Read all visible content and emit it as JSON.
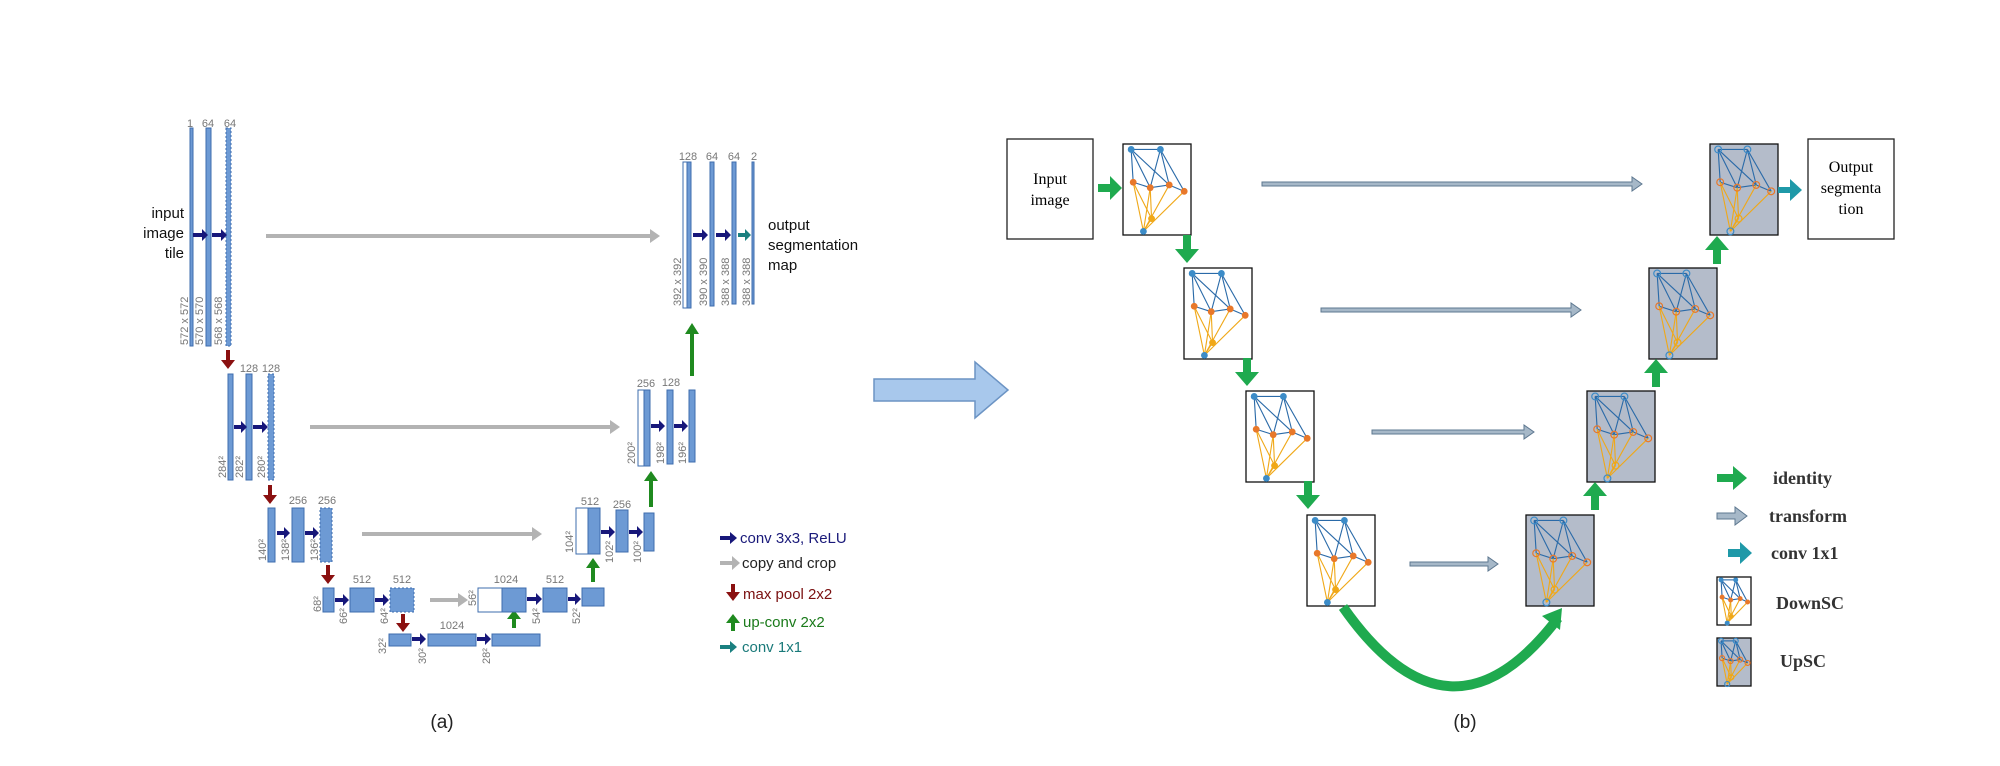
{
  "panel_a": {
    "caption": "(a)",
    "input_label": [
      "input",
      "image",
      "tile"
    ],
    "output_label": [
      "output",
      "segmentation",
      "map"
    ],
    "level1": {
      "channels": [
        "1",
        "64",
        "64"
      ],
      "sizes": [
        "572 x 572",
        "570 x 570",
        "568 x 568"
      ]
    },
    "level2": {
      "channels": [
        "128",
        "128"
      ],
      "sizes": [
        "284²",
        "282²",
        "280²"
      ]
    },
    "level3": {
      "channels": [
        "256",
        "256"
      ],
      "sizes": [
        "140²",
        "138²",
        "136²"
      ]
    },
    "level4": {
      "channels": [
        "512",
        "512"
      ],
      "sizes": [
        "68²",
        "66²",
        "64²"
      ]
    },
    "level5": {
      "channels": [
        "1024"
      ],
      "sizes": [
        "32²",
        "30²",
        "28²"
      ]
    },
    "up4": {
      "channels": [
        "1024",
        "512"
      ],
      "sizes": [
        "56²",
        "54²",
        "52²"
      ]
    },
    "up3": {
      "channels": [
        "512",
        "256"
      ],
      "sizes": [
        "104²",
        "102²",
        "100²"
      ]
    },
    "up2": {
      "channels": [
        "256",
        "128"
      ],
      "sizes": [
        "200²",
        "198²",
        "196²"
      ]
    },
    "up1": {
      "channels": [
        "128",
        "64",
        "64",
        "2"
      ],
      "sizes": [
        "392 x 392",
        "390 x 390",
        "388 x 388",
        "388 x 388"
      ]
    },
    "legend": [
      {
        "label": "conv 3x3, ReLU",
        "color": "#1a1a7a"
      },
      {
        "label": "copy and crop",
        "color": "#222222"
      },
      {
        "label": "max pool 2x2",
        "color": "#7a1010"
      },
      {
        "label": "up-conv 2x2",
        "color": "#1a7a1a"
      },
      {
        "label": "conv 1x1",
        "color": "#1a7a7a"
      }
    ]
  },
  "panel_b": {
    "caption": "(b)",
    "input_box": [
      "Input",
      "image"
    ],
    "output_box": [
      "Output",
      "segmenta",
      "tion"
    ],
    "legend": [
      {
        "label": "identity",
        "icon": "green-arrow-icon"
      },
      {
        "label": "transform",
        "icon": "gray-arrow-icon"
      },
      {
        "label": "conv 1x1",
        "icon": "teal-arrow-icon"
      },
      {
        "label": "DownSC",
        "icon": "downsc-cell-icon"
      },
      {
        "label": "UpSC",
        "icon": "upsc-cell-icon"
      }
    ]
  },
  "colors": {
    "block": "#6d9ad4",
    "block_edge": "#3e6cae",
    "conv_arrow": "#17177a",
    "copy_arrow": "#b3b3b3",
    "pool_arrow": "#8a1010",
    "upconv_arrow": "#1f8a1f",
    "conv1x1_arrow": "#1a8080",
    "green_identity": "#1faa4f",
    "teal": "#1f99a8",
    "upsc_fill": "#b4bcca",
    "node_blue": "#3c8cc8",
    "node_orange": "#e8782a",
    "edge_yellow": "#f0a818",
    "edge_blue": "#2a6aa8"
  }
}
